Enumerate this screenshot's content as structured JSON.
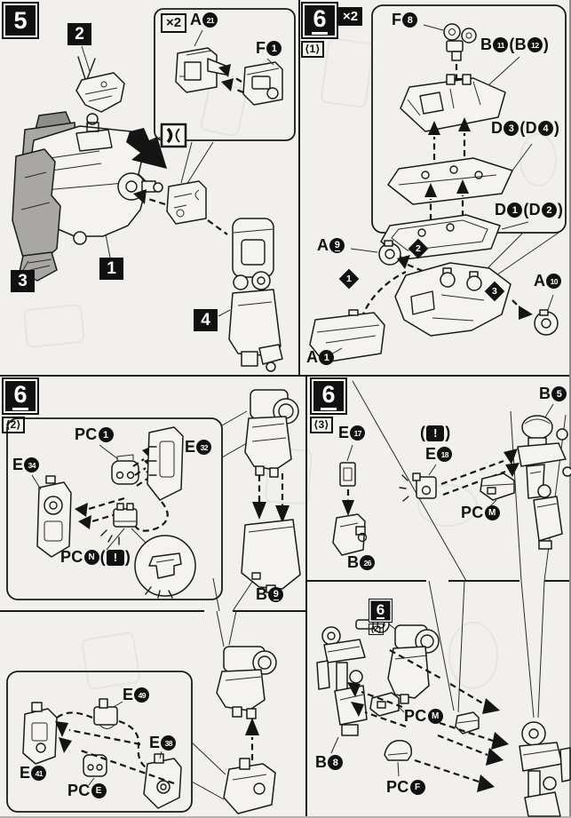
{
  "document": {
    "kind": "model-kit-assembly-instructions"
  },
  "icons": {
    "press_fit": "press-fit-icon",
    "caution_mark": "!"
  },
  "step5": {
    "step_number": "5",
    "callout": {
      "multiplier": "×2",
      "part_a21": {
        "prefix": "A",
        "num": "21"
      },
      "part_f1": {
        "prefix": "F",
        "num": "1"
      }
    },
    "unit_labels": {
      "u1": "1",
      "u2": "2",
      "u3": "3",
      "u4": "4"
    }
  },
  "step6_1": {
    "step_number": "6",
    "sub_step": "⟨1⟩",
    "multiplier": "×2",
    "parts": {
      "f8": {
        "prefix": "F",
        "num": "8"
      },
      "b11": {
        "prefix": "B",
        "num": "11",
        "alt_open": "(B",
        "alt_num": "12",
        "alt_close": ")"
      },
      "d3": {
        "prefix": "D",
        "num": "3",
        "alt_open": "(D",
        "alt_num": "4",
        "alt_close": ")"
      },
      "d1": {
        "prefix": "D",
        "num": "1",
        "alt_open": "(D",
        "alt_num": "2",
        "alt_close": ")"
      },
      "a9": {
        "prefix": "A",
        "num": "9"
      },
      "a10": {
        "prefix": "A",
        "num": "10"
      },
      "a1": {
        "prefix": "A",
        "num": "1"
      }
    },
    "order_markers": {
      "m1": "1",
      "m2": "2",
      "m3": "3"
    }
  },
  "step6_2": {
    "step_number": "6",
    "sub_step": "⟨2⟩",
    "parts": {
      "pc1": {
        "prefix": "PC",
        "num": "1"
      },
      "e32": {
        "prefix": "E",
        "num": "32"
      },
      "e34": {
        "prefix": "E",
        "num": "34"
      },
      "pcn": {
        "prefix": "PC",
        "num": "N",
        "note_open": "(",
        "note": "!",
        "note_close": ")"
      },
      "b9": {
        "prefix": "B",
        "num": "9"
      }
    }
  },
  "step6_3": {
    "step_number": "6",
    "sub_step": "⟨3⟩",
    "caution": {
      "open": "(",
      "mark": "!",
      "close": ")"
    },
    "parts": {
      "e17": {
        "prefix": "E",
        "num": "17"
      },
      "b26": {
        "prefix": "B",
        "num": "26"
      },
      "e18": {
        "prefix": "E",
        "num": "18"
      },
      "pcm": {
        "prefix": "PC",
        "num": "M"
      },
      "b5": {
        "prefix": "B",
        "num": "5"
      }
    }
  },
  "step6_4a": {
    "parts": {
      "e49": {
        "prefix": "E",
        "num": "49"
      },
      "e38": {
        "prefix": "E",
        "num": "38"
      },
      "e41": {
        "prefix": "E",
        "num": "41"
      },
      "pce": {
        "prefix": "PC",
        "num": "E"
      }
    }
  },
  "step6_4b": {
    "ref_badge": {
      "step_number": "6",
      "sub_step": "(2)"
    },
    "parts": {
      "b8": {
        "prefix": "B",
        "num": "8"
      },
      "pcm": {
        "prefix": "PC",
        "num": "M"
      },
      "pcf": {
        "prefix": "PC",
        "num": "F"
      }
    }
  }
}
